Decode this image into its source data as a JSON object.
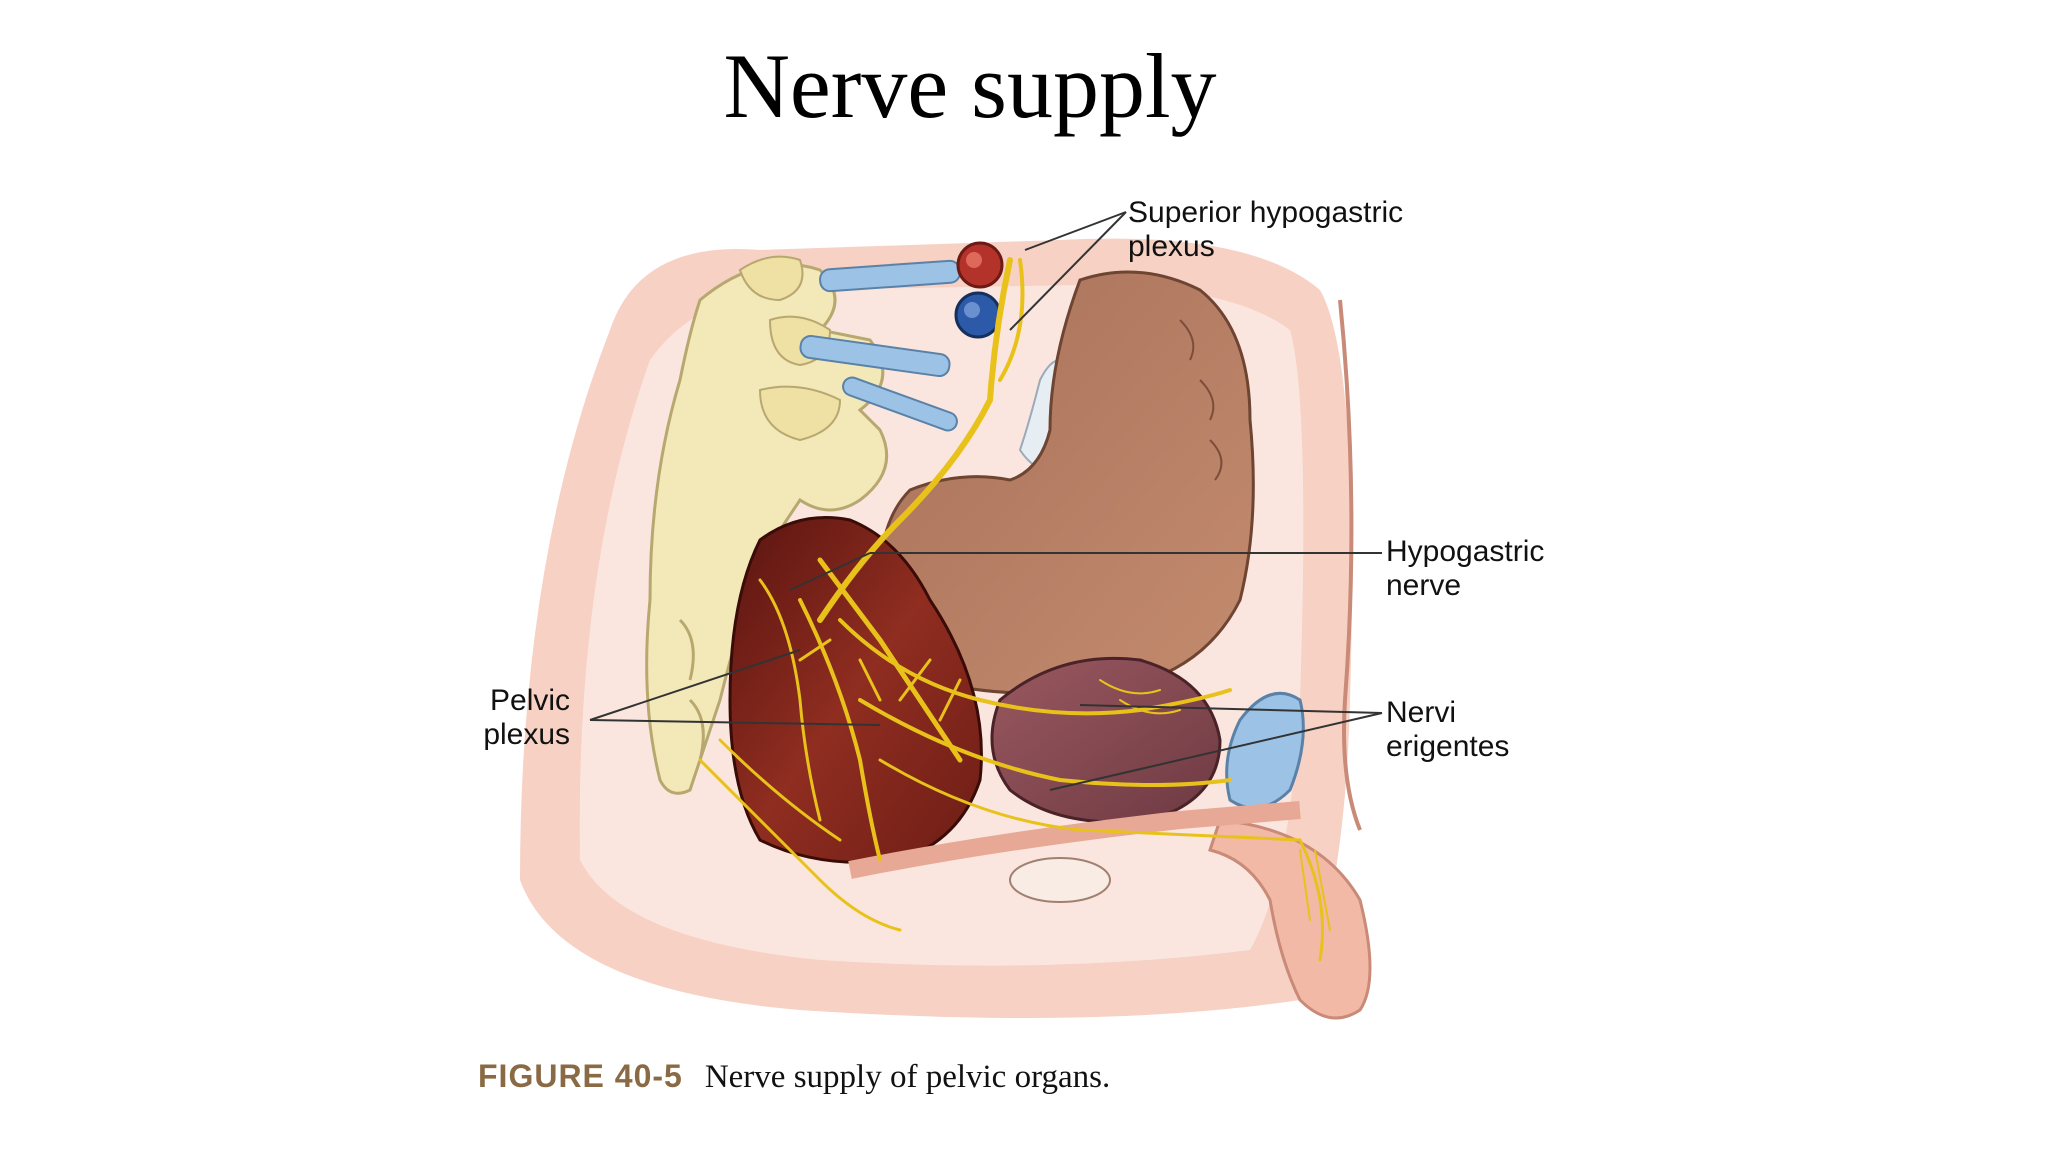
{
  "slide": {
    "title": "Nerve supply"
  },
  "figure": {
    "labels": {
      "superior_hypogastric_plexus": [
        "Superior hypogastric",
        "plexus"
      ],
      "hypogastric_nerve": [
        "Hypogastric",
        "nerve"
      ],
      "pelvic_plexus": [
        "Pelvic",
        "plexus"
      ],
      "nervi_erigentes": [
        "Nervi",
        "erigentes"
      ]
    },
    "caption": {
      "number": "FIGURE 40-5",
      "text": "Nerve supply of pelvic organs."
    }
  },
  "colors": {
    "nerve": "#e8c21a",
    "tissue_outline": "#efb8a8",
    "bone": "#f3e8b8",
    "rectum": "#8b2a1e",
    "bladder": "#b07a5c",
    "prostate": "#8a4a50",
    "artery": "#b3322a",
    "vein": "#2d5aa8",
    "vessel_light_blue": "#9cc3e6",
    "caption_number": "#8a6a44"
  }
}
